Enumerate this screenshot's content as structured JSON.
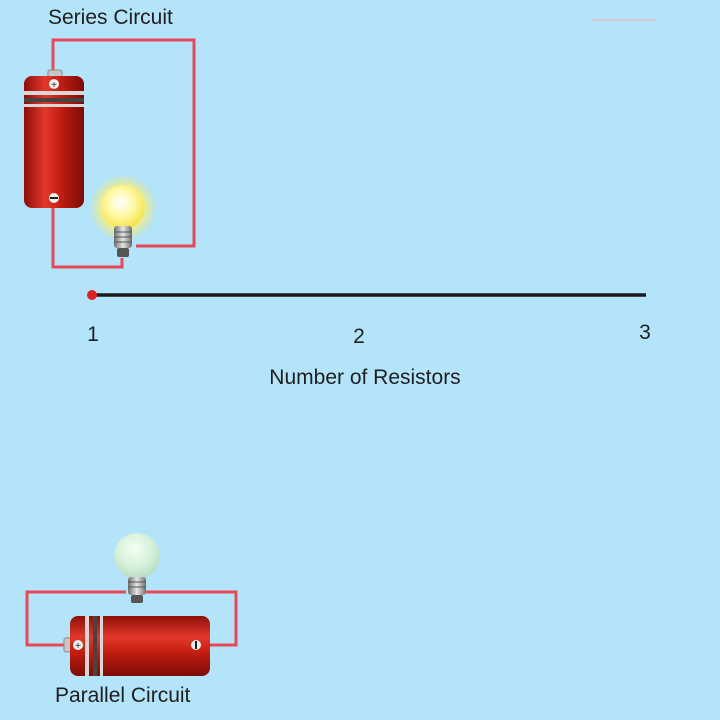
{
  "series_circuit": {
    "label": "Series Circuit",
    "bulb_state": "lit"
  },
  "parallel_circuit": {
    "label": "Parallel Circuit",
    "bulb_state": "unlit"
  },
  "slider": {
    "ticks": [
      "1",
      "2",
      "3"
    ],
    "axis_label": "Number of Resistors",
    "value": 1
  },
  "colors": {
    "background": "#b3e4fa",
    "wire": "#e8485a",
    "battery": "#c81e14",
    "slider_track": "#1a1a1a",
    "slider_handle": "#e02020"
  }
}
